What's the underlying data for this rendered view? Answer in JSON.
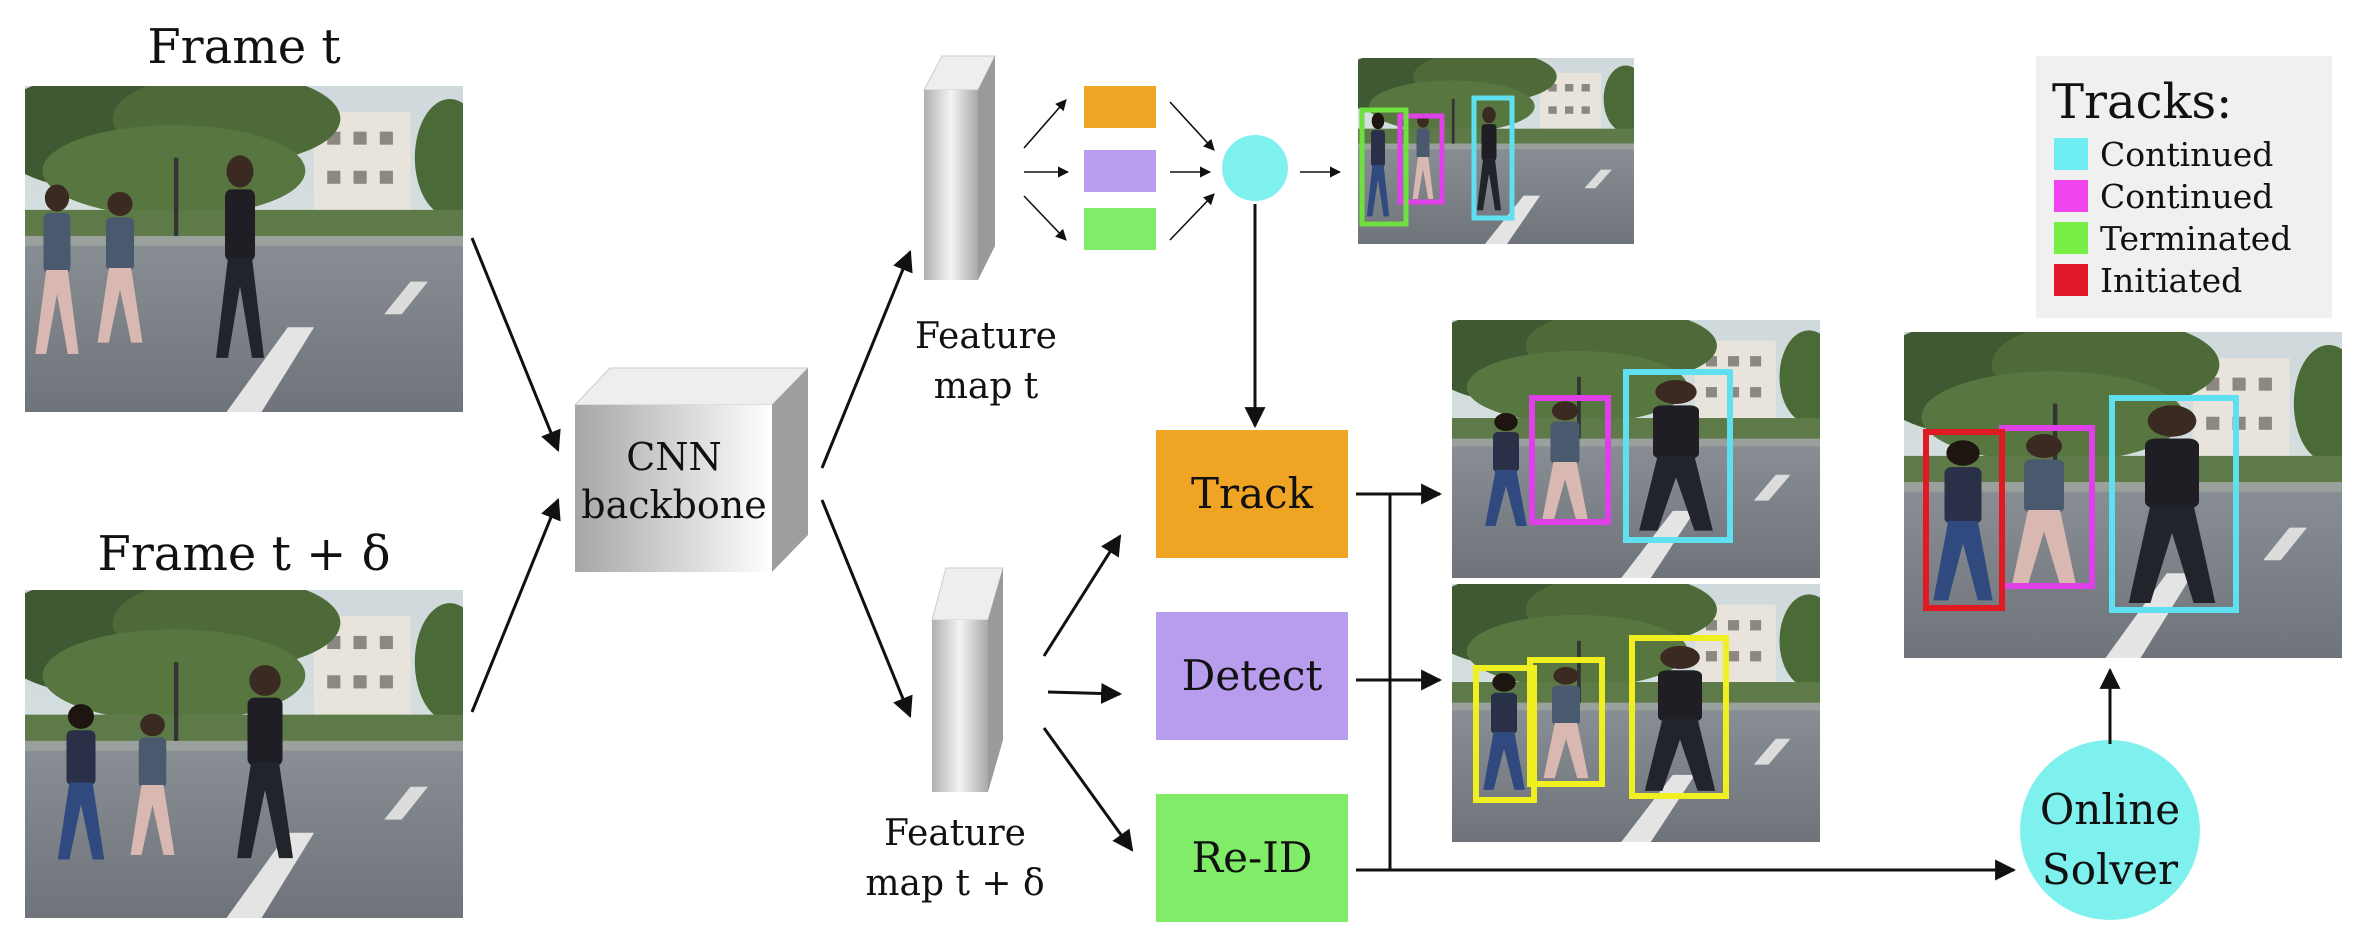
{
  "frames": {
    "frame_t_label": "Frame t",
    "frame_td_label": "Frame t + δ"
  },
  "backbone": {
    "line1": "CNN",
    "line2": "backbone"
  },
  "feature_maps": {
    "t_line1": "Feature",
    "t_line2": "map t",
    "td_line1": "Feature",
    "td_line2": "map t + δ"
  },
  "heads": {
    "track": "Track",
    "detect": "Detect",
    "reid": "Re-ID"
  },
  "solver": {
    "line1": "Online",
    "line2": "Solver"
  },
  "legend": {
    "title": "Tracks:",
    "items": [
      {
        "label": "Continued",
        "color": "#6eeef2"
      },
      {
        "label": "Continued",
        "color": "#ee44ee"
      },
      {
        "label": "Terminated",
        "color": "#77ee44"
      },
      {
        "label": "Initiated",
        "color": "#e0182a"
      }
    ]
  },
  "colors": {
    "track": "#f0a424",
    "detect": "#b89cee",
    "reid": "#80ec68",
    "node": "#7ef0ee",
    "box_cyan": "#5ee0f0",
    "box_magenta": "#e040e8",
    "box_green": "#70e040",
    "box_red": "#e01a22",
    "box_yellow": "#f0f020"
  }
}
